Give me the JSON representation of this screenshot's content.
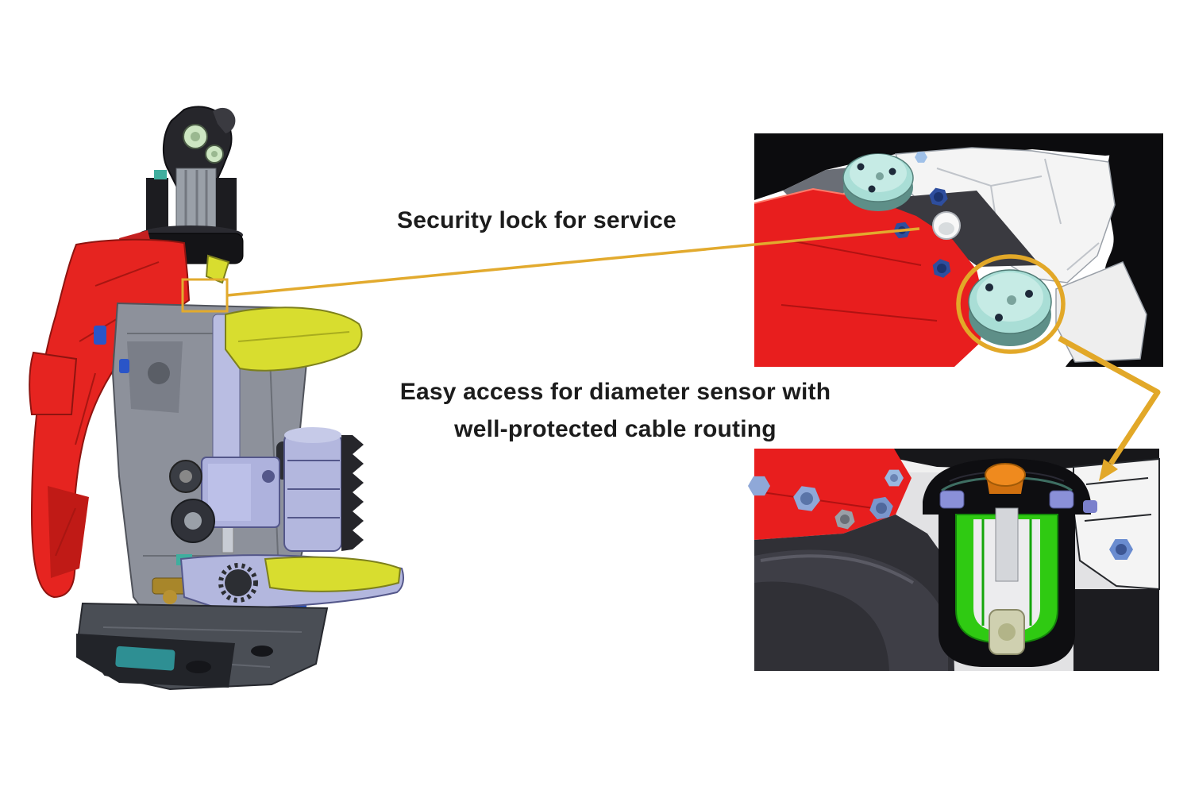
{
  "annotations": {
    "security_lock": "Security lock for service",
    "easy_access_line1": "Easy access for diameter sensor with",
    "easy_access_line2": "well-protected cable routing"
  },
  "colors": {
    "annotation_accent": "#e2a82e",
    "machine_red": "#e62420",
    "frame_gray": "#8d919b",
    "knife_yellow": "#d8dd2f",
    "component_lavender": "#b3b7de",
    "sensor_cap_teal": "#a9ded6",
    "sensor_green": "#2fca12",
    "sensor_orange": "#ef8a1e",
    "bolt_blue": "#2e4e9e",
    "text_color": "#1c1c1c",
    "background": "#ffffff"
  }
}
